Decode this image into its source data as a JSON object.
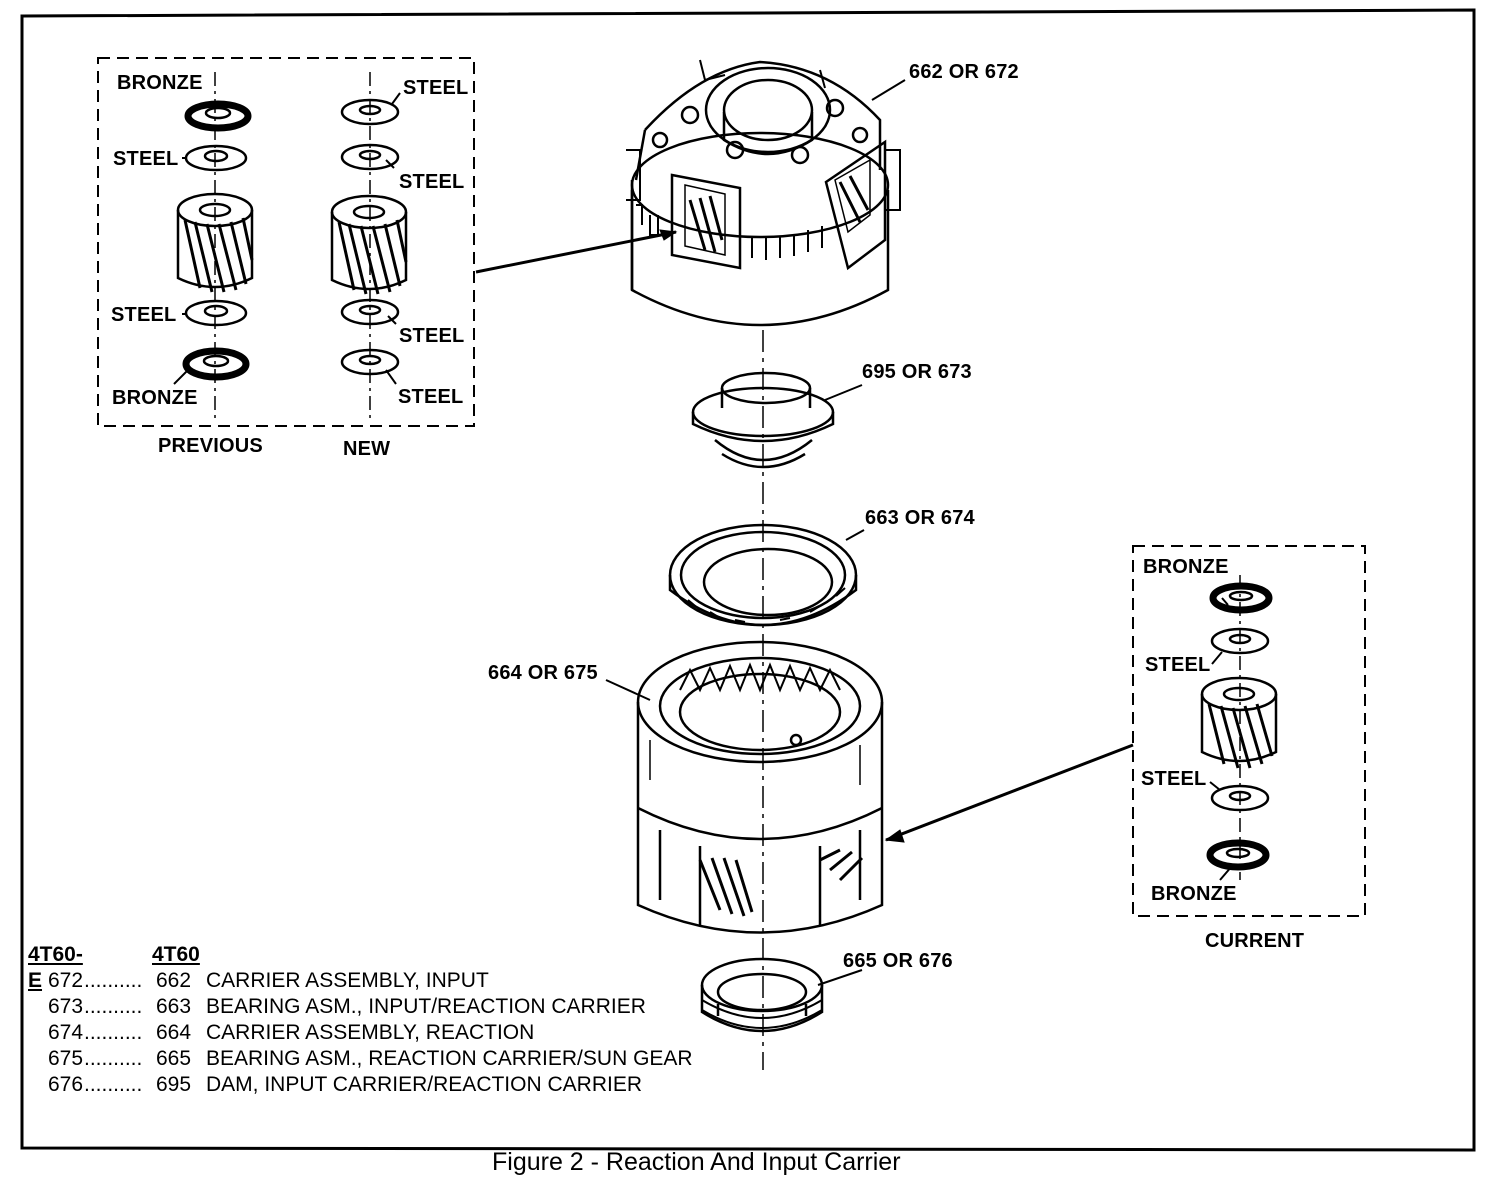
{
  "figure_caption": "Figure 2 - Reaction And Input Carrier",
  "inset_previous_new": {
    "left_labels": [
      "BRONZE",
      "STEEL",
      "STEEL",
      "BRONZE"
    ],
    "right_labels": [
      "STEEL",
      "STEEL",
      "STEEL",
      "STEEL"
    ],
    "caption_previous": "PREVIOUS",
    "caption_new": "NEW"
  },
  "inset_current": {
    "labels": [
      "BRONZE",
      "STEEL",
      "STEEL",
      "BRONZE"
    ],
    "caption": "CURRENT"
  },
  "part_callouts": [
    "662 OR 672",
    "695 OR 673",
    "663 OR 674",
    "664 OR 675",
    "665 OR 676"
  ],
  "legend": {
    "col_a_header": "4T60-E",
    "col_b_header": "4T60",
    "rows": [
      {
        "a": "672",
        "b": "662",
        "desc": "CARRIER ASSEMBLY, INPUT"
      },
      {
        "a": "673",
        "b": "663",
        "desc": "BEARING ASM., INPUT/REACTION CARRIER"
      },
      {
        "a": "674",
        "b": "664",
        "desc": "CARRIER ASSEMBLY, REACTION"
      },
      {
        "a": "675",
        "b": "665",
        "desc": "BEARING ASM., REACTION CARRIER/SUN GEAR"
      },
      {
        "a": "676",
        "b": "695",
        "desc": "DAM, INPUT CARRIER/REACTION CARRIER"
      }
    ]
  },
  "leader": ".........."
}
